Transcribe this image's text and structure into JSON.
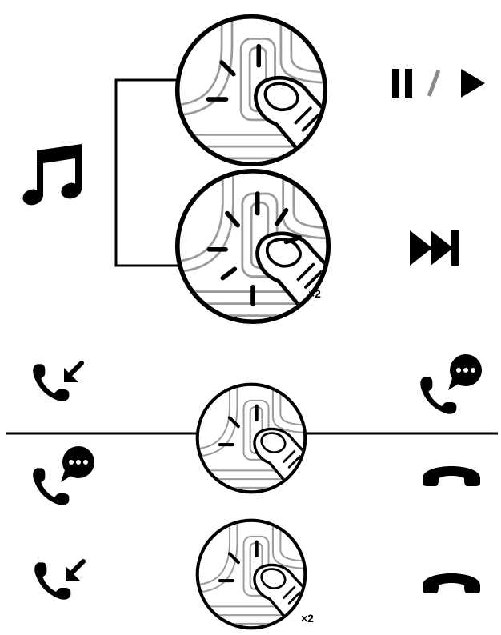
{
  "colors": {
    "ink": "#000000",
    "paper": "#ffffff",
    "earcup": "#9a9a9a",
    "separator": "#8a8a8a"
  },
  "music_section": {
    "icon": "music-note-icon",
    "rows": [
      {
        "gesture": "single-tap",
        "multiplier": "",
        "actions": [
          "pause-icon",
          "play-icon"
        ]
      },
      {
        "gesture": "double-tap",
        "multiplier": "×2",
        "actions": [
          "skip-forward-icon"
        ]
      }
    ]
  },
  "call_section": {
    "rows": [
      {
        "left_icon": "incoming-call-icon",
        "gesture": "single-tap",
        "multiplier": "",
        "right_icon": "answer-call-icon"
      },
      {
        "left_icon": "active-call-icon",
        "gesture": "single-tap",
        "multiplier": "",
        "right_icon": "end-call-icon"
      },
      {
        "left_icon": "incoming-call-icon",
        "gesture": "double-tap",
        "multiplier": "×2",
        "right_icon": "reject-call-icon"
      }
    ]
  }
}
